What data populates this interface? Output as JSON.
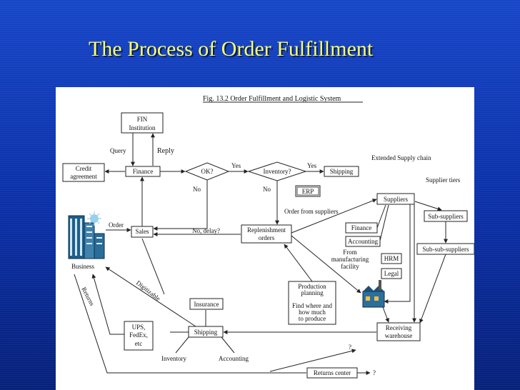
{
  "slide": {
    "title": "The Process of Order Fulfillment"
  },
  "figure": {
    "caption": "Fig. 13.2 Order Fulfillment and Logistic System",
    "labels": {
      "extended_supply_chain": "Extended Supply chain",
      "supplier_tiers": "Supplier tiers",
      "business": "Business"
    },
    "nodes": {
      "fin_line1": "FIN",
      "fin_line2": "Institution",
      "credit_line1": "Credit",
      "credit_line2": "agreement",
      "finance": "Finance",
      "ok": "OK?",
      "inventory": "Inventory?",
      "shipping_top": "Shipping",
      "erp": "ERP",
      "sales": "Sales",
      "replenish_line1": "Replenishment",
      "replenish_line2": "orders",
      "suppliers": "Suppliers",
      "sub_suppliers": "Sub-suppliers",
      "sub_sub_suppliers": "Sub-sub-suppliers",
      "finance2": "Finance",
      "accounting2": "Accounting",
      "hrm": "HRM",
      "legal": "Legal",
      "prod_line1": "Production",
      "prod_line2": "planning",
      "prod_line3": "Find where and",
      "prod_line4": "how much",
      "prod_line5": "to produce",
      "insurance": "Insurance",
      "shipping_bottom": "Shipping",
      "ups_line1": "UPS,",
      "ups_line2": "FedEx,",
      "ups_line3": "etc",
      "receiving_line1": "Receiving",
      "receiving_line2": "warehouse",
      "returns_center": "Returns center"
    },
    "edges": {
      "query": "Query",
      "reply": "Reply",
      "yes1": "Yes",
      "yes2": "Yes",
      "no1": "No",
      "no2": "No",
      "no_delay": "No, delay?",
      "order": "Order",
      "order_from_suppliers": "Order from suppliers",
      "from_line1": "From",
      "from_line2": "manufacturing",
      "from_line3": "facility",
      "digitizable": "Digitizable",
      "returns": "Returns",
      "inventory_bottom": "Inventory",
      "accounting_bottom": "Accounting",
      "q1": "?",
      "q2": "?"
    }
  }
}
